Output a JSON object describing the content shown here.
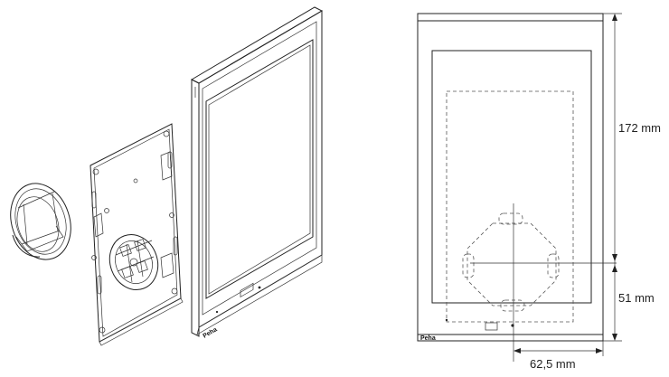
{
  "figure": {
    "exploded_view": {
      "parts": [
        "mounting-ring",
        "back-plate",
        "device-frame"
      ],
      "brand_text": "Peha"
    },
    "front_view": {
      "brand_text": "Peha",
      "dimensions": {
        "height_upper": "172 mm",
        "height_lower": "51 mm",
        "width_offset": "62,5 mm"
      }
    },
    "colors": {
      "line": "#222222",
      "dashed": "#555555",
      "fill": "#ffffff",
      "frame_shade": "#e6e6e6"
    }
  }
}
